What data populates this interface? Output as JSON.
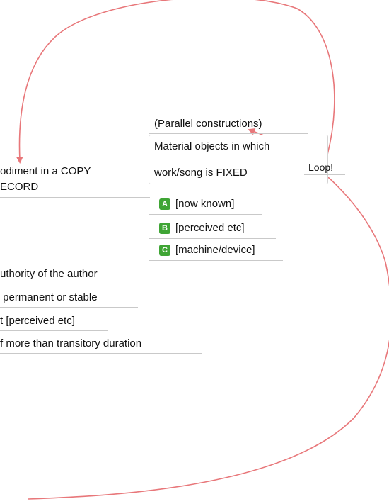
{
  "topic": {
    "line1": "odiment in a COPY",
    "line2": "ECORD"
  },
  "branch": {
    "header": "(Parallel constructions)",
    "line1": "Material objects in which",
    "line2": "work/song is FIXED",
    "subitems": [
      {
        "badge": "A",
        "badge_color": "#3fa535",
        "label": "[now known]"
      },
      {
        "badge": "B",
        "badge_color": "#3fa535",
        "label": "[perceived etc]"
      },
      {
        "badge": "C",
        "badge_color": "#3fa535",
        "label": "[machine/device]"
      }
    ]
  },
  "loop_label": "Loop!",
  "left_items": [
    "uthority of the author",
    " permanent or stable",
    "t [perceived etc]",
    "f more than transitory duration"
  ],
  "colors": {
    "link": "#e8777a",
    "connector": "#c9c9c9"
  }
}
